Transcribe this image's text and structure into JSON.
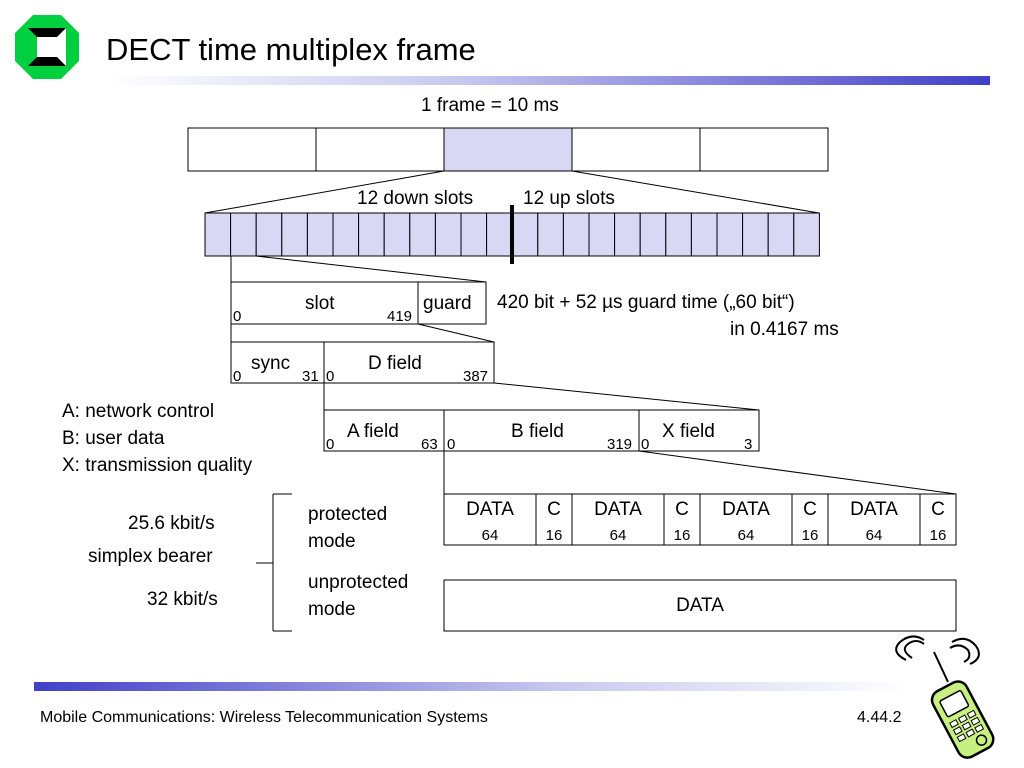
{
  "slide": {
    "title": "DECT time multiplex frame",
    "footer_left": "Mobile Communications: Wireless  Telecommunication Systems",
    "footer_right": "4.44.2"
  },
  "colors": {
    "accent": "#4040c8",
    "slot_fill": "#d8d8f4",
    "logo_green": "#00d040",
    "phone_green": "#c8f080"
  },
  "frame": {
    "label": "1 frame = 10 ms",
    "down_label": "12 down slots",
    "up_label": "12 up slots"
  },
  "slot": {
    "slot_label": "slot",
    "guard_label": "guard",
    "start": "0",
    "end": "419",
    "info_line1": "420 bit + 52 µs guard time („60 bit“)",
    "info_line2": "in 0.4167 ms"
  },
  "sync_row": {
    "sync_label": "sync",
    "d_label": "D field",
    "sync_start": "0",
    "sync_end": "31",
    "d_start": "0",
    "d_end": "387"
  },
  "fields_row": {
    "a_label": "A field",
    "b_label": "B field",
    "x_label": "X field",
    "a_start": "0",
    "a_end": "63",
    "b_start": "0",
    "b_end": "319",
    "x_start": "0",
    "x_end": "3"
  },
  "legend": {
    "a": "A: network control",
    "b": "B: user data",
    "x": "X: transmission quality"
  },
  "bearer": {
    "rate_protected": "25.6 kbit/s",
    "name": "simplex bearer",
    "rate_unprotected": "32 kbit/s",
    "protected_line1": "protected",
    "protected_line2": "mode",
    "unprotected_line1": "unprotected",
    "unprotected_line2": "mode"
  },
  "protected_cells": [
    {
      "name": "DATA",
      "bits": "64"
    },
    {
      "name": "C",
      "bits": "16"
    },
    {
      "name": "DATA",
      "bits": "64"
    },
    {
      "name": "C",
      "bits": "16"
    },
    {
      "name": "DATA",
      "bits": "64"
    },
    {
      "name": "C",
      "bits": "16"
    },
    {
      "name": "DATA",
      "bits": "64"
    },
    {
      "name": "C",
      "bits": "16"
    }
  ],
  "unprotected_label": "DATA"
}
